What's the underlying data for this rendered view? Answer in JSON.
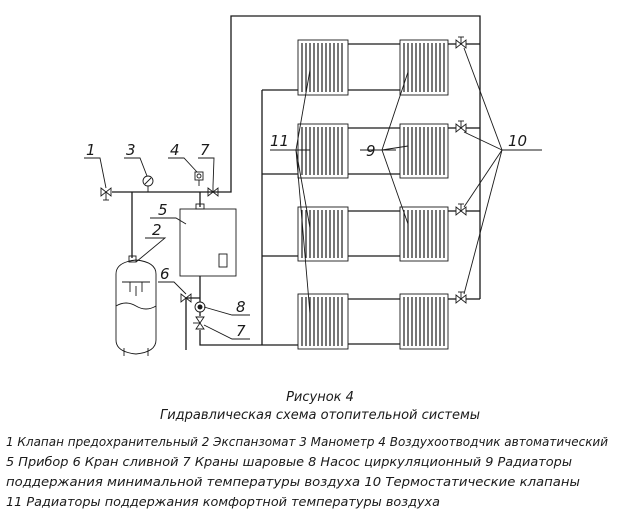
{
  "labels": {
    "n1": "1",
    "n2": "2",
    "n3": "3",
    "n4": "4",
    "n5": "5",
    "n6": "6",
    "n7a": "7",
    "n7b": "7",
    "n8": "8",
    "n9": "9",
    "n10": "10",
    "n11": "11"
  },
  "caption": {
    "figure": "Рисунок 4",
    "title": "Гидравлическая схема отопительной системы"
  },
  "legend": {
    "line1": "1 Клапан предохранительный 2 Экспанзомат 3 Манометр 4 Воздухоотводчик автоматический",
    "line2": "5 Прибор 6 Кран сливной 7 Краны шаровые 8 Насос циркуляционный 9 Радиаторы",
    "line3": "поддержания минимальной температуры воздуха 10 Термостатические клапаны",
    "line4": "11 Радиаторы поддержания комфортной температуры воздуха"
  }
}
